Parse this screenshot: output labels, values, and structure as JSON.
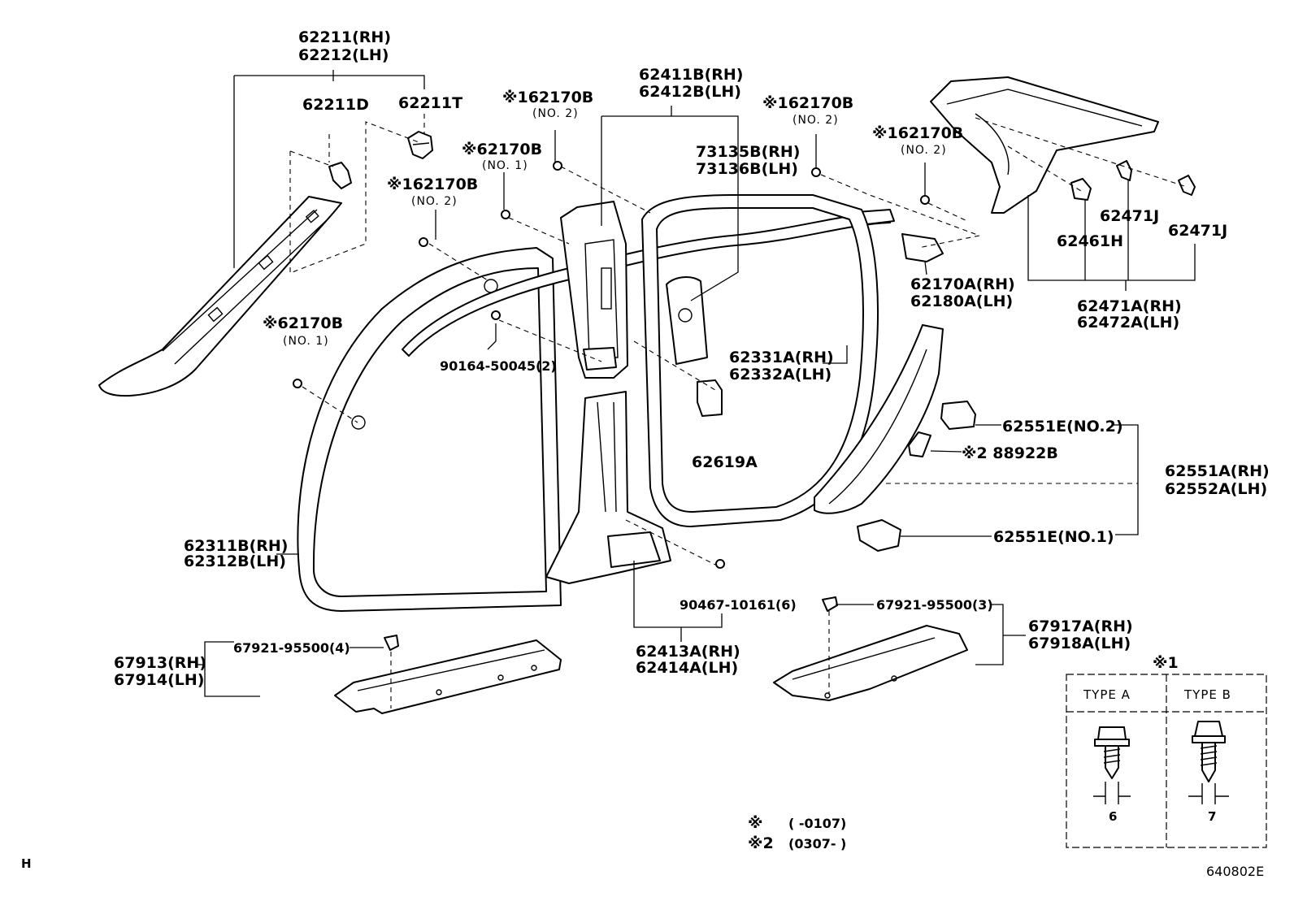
{
  "diagram": {
    "page_code": "H",
    "diagram_id": "640802E",
    "labels": {
      "p62211": "62211(RH)",
      "p62212": "62212(LH)",
      "p62211d": "62211D",
      "p62211t": "62211T",
      "p62170b_a": "※162170B",
      "p62170b_a_sub": "(NO. 2)",
      "p62170b_b": "※62170B",
      "p62170b_b_sub": "(NO. 1)",
      "p62170b_c": "※162170B",
      "p62170b_c_sub": "(NO. 2)",
      "p62170b_d": "※62170B",
      "p62170b_d_sub": "(NO. 1)",
      "p62170b_e": "※162170B",
      "p62170b_e_sub": "(NO. 2)",
      "p62170b_f": "※162170B",
      "p62170b_f_sub": "(NO. 2)",
      "p62411b": "62411B(RH)",
      "p62412b": "62412B(LH)",
      "p73135b": "73135B(RH)",
      "p73136b": "73136B(LH)",
      "p62471j_a": "62471J",
      "p62471j_b": "62471J",
      "p62461h": "62461H",
      "p62170a": "62170A(RH)",
      "p62180a": "62180A(LH)",
      "p62471a": "62471A(RH)",
      "p62472a": "62472A(LH)",
      "p62331a": "62331A(RH)",
      "p62332a": "62332A(LH)",
      "p90164": "90164-50045(2)",
      "p62619a": "62619A",
      "p62551e2": "62551E(NO.2)",
      "p88922b": "※2 88922B",
      "p62551a": "62551A(RH)",
      "p62552a": "62552A(LH)",
      "p62551e1": "62551E(NO.1)",
      "p62311b": "62311B(RH)",
      "p62312b": "62312B(LH)",
      "p90467": "90467-10161(6)",
      "p67921_3": "67921-95500(3)",
      "p67917a": "67917A(RH)",
      "p67918a": "67918A(LH)",
      "p67921_4": "67921-95500(4)",
      "p67913": "67913(RH)",
      "p67914": "67914(LH)",
      "p62413a": "62413A(RH)",
      "p62414a": "62414A(LH)"
    },
    "notes": {
      "note1_mark": "※",
      "note1_text": "(     -0107)",
      "note2_mark": "※2",
      "note2_text": "(0307-      )"
    },
    "type_box": {
      "header": "※1",
      "col_a": "TYPE A",
      "col_b": "TYPE B",
      "dim_a": "6",
      "dim_b": "7"
    }
  }
}
